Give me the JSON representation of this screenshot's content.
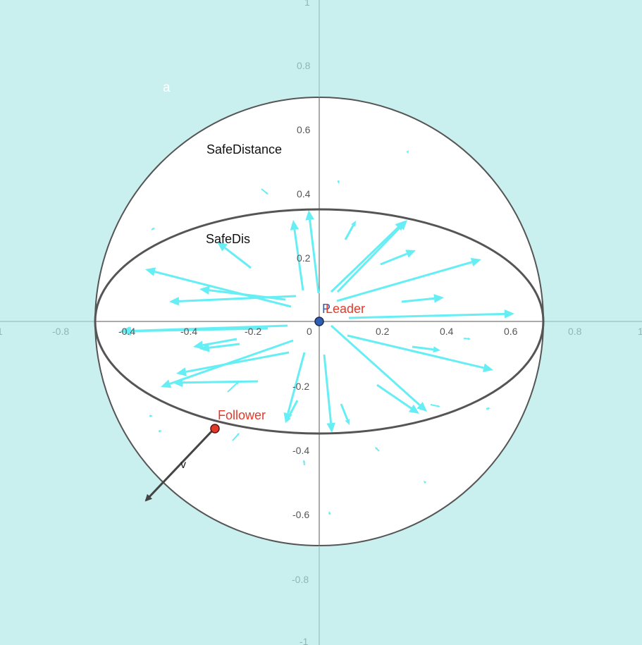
{
  "colors": {
    "background": "#c9efef",
    "disk_fill": "#ffffff",
    "curve": "#555555",
    "vector_field": "#66eef5",
    "leader_point": "#2f5fb3",
    "follower_point": "#e23a2a",
    "label_red": "#e23a2a",
    "label_blue": "#2f5fb3"
  },
  "labels": {
    "slider_a": "a",
    "safe_distance": "SafeDistance",
    "safe_dis": "SafeDis",
    "leader_p": "P",
    "leader": "Leader",
    "follower": "Follower",
    "vector_v": "v"
  },
  "axes": {
    "x_ticks_inside": [
      "-0.4",
      "-0.4",
      "-0.2",
      "0",
      "0.2",
      "0.4",
      "0.6"
    ],
    "x_ticks_outside": [
      "1",
      "-0.8",
      "0.8",
      "1"
    ],
    "y_ticks_inside": [
      "0.6",
      "0.4",
      "0.2",
      "-0.2",
      "-0.4",
      "-0.6"
    ],
    "y_ticks_outside": [
      "1",
      "0.8",
      "-0.8",
      "-1"
    ],
    "x_range": [
      -1,
      1
    ],
    "y_range": [
      -1,
      1
    ]
  },
  "geometry": {
    "safe_distance_radius": 0.7,
    "safe_dis_semi_x": 0.7,
    "safe_dis_semi_y": 0.35,
    "leader": [
      0,
      0
    ],
    "follower": [
      -0.33,
      -0.33
    ],
    "velocity_tip": [
      -0.55,
      -0.56
    ]
  }
}
